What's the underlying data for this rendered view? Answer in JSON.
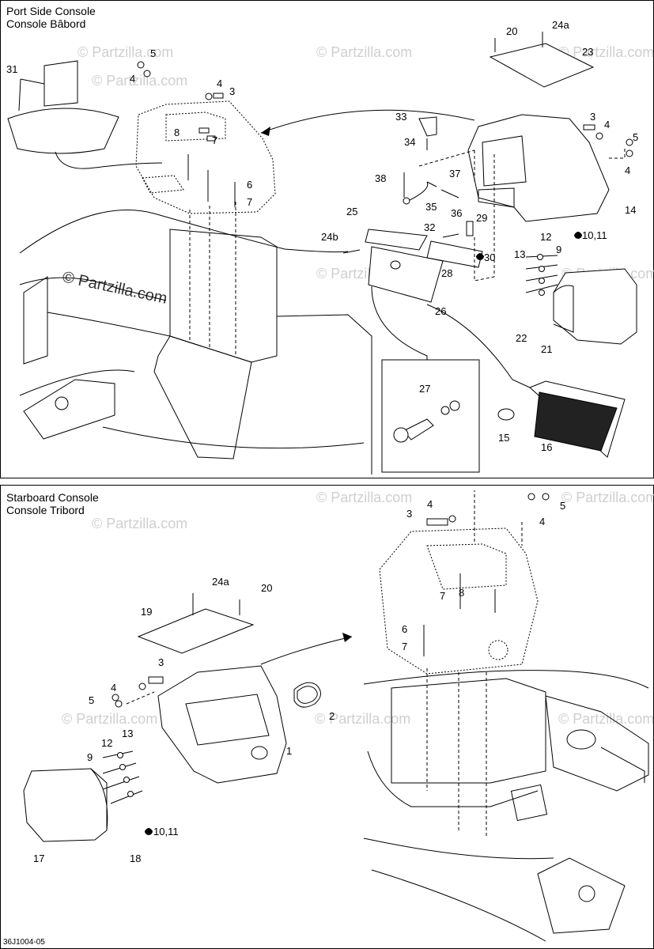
{
  "panels": {
    "port": {
      "title_en": "Port Side Console",
      "title_fr": "Console Bâbord"
    },
    "starboard": {
      "title_en": "Starboard Console",
      "title_fr": "Console Tribord"
    }
  },
  "watermark": {
    "text": "© Partzilla.com",
    "strong": "© Partzilla.com"
  },
  "drawing_code": "36J1004-05",
  "callouts_port": {
    "c31": "31",
    "c5a": "5",
    "c4a": "4",
    "c4b": "4",
    "c3a": "3",
    "c8a": "8",
    "c7a": "7",
    "c6a": "6",
    "c7b": "7",
    "c20a": "20",
    "c24a_a": "24a",
    "c23": "23",
    "c33": "33",
    "c34": "34",
    "c3b": "3",
    "c4c": "4",
    "c5b": "5",
    "c4d": "4",
    "c14": "14",
    "c38": "38",
    "c37": "37",
    "c35": "35",
    "c36": "36",
    "c25": "25",
    "c29": "29",
    "c32": "32",
    "c24b": "24b",
    "c30": "30",
    "c28": "28",
    "c12a": "12",
    "c1011a": "10,11",
    "c13a": "13",
    "c9a": "9",
    "c26": "26",
    "c22": "22",
    "c21": "21",
    "c27": "27",
    "c15": "15",
    "c16": "16"
  },
  "callouts_star": {
    "s4a": "4",
    "s3a": "3",
    "s5a": "5",
    "s4b": "4",
    "s7a": "7",
    "s8a": "8",
    "s6a": "6",
    "s7b": "7",
    "s24a": "24a",
    "s20": "20",
    "s19": "19",
    "s3b": "3",
    "s4c": "4",
    "s5b": "5",
    "s2": "2",
    "s13": "13",
    "s12": "12",
    "s9": "9",
    "s1": "1",
    "s1011": "10,11",
    "s17": "17",
    "s18": "18"
  }
}
